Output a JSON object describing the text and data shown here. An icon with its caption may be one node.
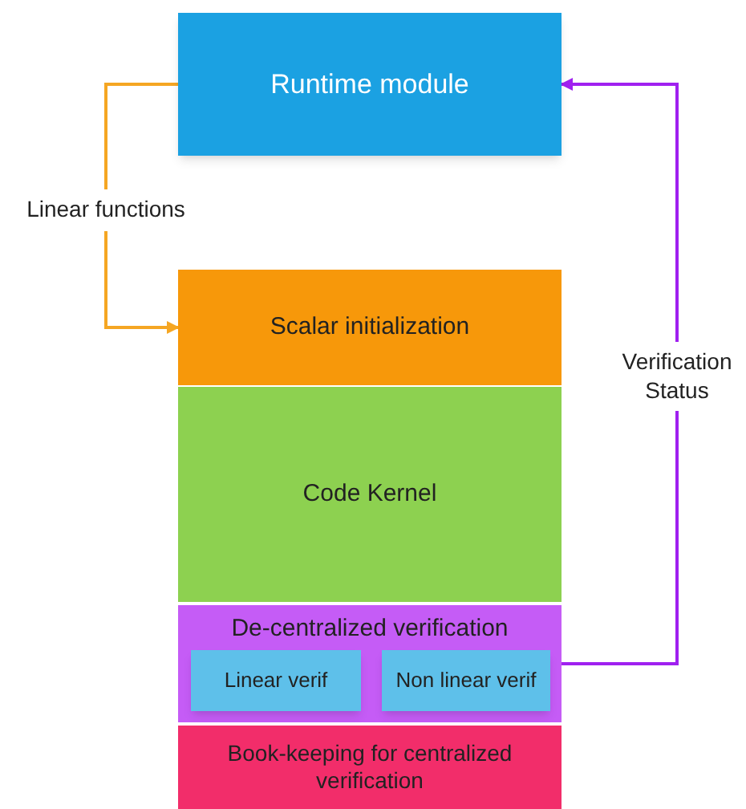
{
  "diagram": {
    "nodes": [
      {
        "text": [
          "Runtime module"
        ]
      },
      {
        "text": [
          "Scalar initialization"
        ]
      },
      {
        "text": [
          "Code Kernel"
        ]
      },
      {
        "text": [
          "De-centralized verification"
        ]
      },
      {
        "text": [
          "Linear verif"
        ],
        "in": 3
      },
      {
        "text": [
          "Non linear verif"
        ],
        "in": 3
      },
      {
        "text": [
          "Book-keeping for centralized verification"
        ]
      }
    ],
    "edges": [
      {
        "from": 0,
        "to": 1,
        "arrow": "to",
        "label": "Linear functions",
        "color": "#f5a623"
      },
      {
        "from": 3,
        "to": 0,
        "arrow": "to",
        "label": "Verification Status",
        "color": "#a020f0"
      }
    ]
  }
}
